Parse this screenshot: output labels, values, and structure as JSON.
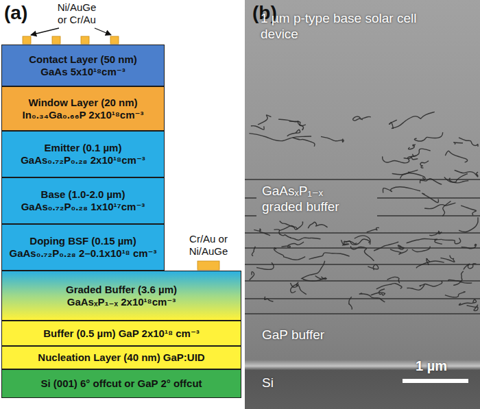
{
  "diagram": {
    "nodes": [
      {
        "text": [
          "Contact Layer (50 nm)",
          "GaAs 5x10¹⁸cm⁻³"
        ]
      },
      {
        "text": [
          "Window Layer (20 nm)",
          "In₀.₃₄Ga₀.₆₆P 2x10¹⁸cm⁻³"
        ]
      },
      {
        "text": [
          "Emitter (0.1 µm)",
          "GaAs₀.₇₂P₀.₂₈ 2x10¹⁸cm⁻³"
        ]
      },
      {
        "text": [
          "Base (1.0-2.0 µm)",
          "GaAs₀.₇₂P₀.₂₈ 1x10¹⁷cm⁻³"
        ]
      },
      {
        "text": [
          "Doping BSF (0.15 µm)",
          "GaAs₀.₇₂P₀.₂₈ 2–0.1x10¹⁸ cm⁻³"
        ]
      },
      {
        "text": [
          "Graded Buffer (3.6 µm)",
          "GaAsₓP₁₋ₓ 2x10¹⁸cm⁻³"
        ]
      },
      {
        "text": [
          "Buffer (0.5 µm) GaP 2x10¹⁸ cm⁻³"
        ]
      },
      {
        "text": [
          "Nucleation Layer (40 nm) GaP:UID"
        ]
      },
      {
        "text": [
          "Si (001) 6° offcut or GaP 2° offcut"
        ]
      }
    ],
    "labels": [
      "(a)",
      "Ni/AuGe or Cr/Au",
      "Cr/Au or Ni/AuGe",
      "(b)",
      "1 µm p-type base solar cell device",
      "GaAsₓP₁₋ₓ graded buffer",
      "GaP buffer",
      "Si",
      "1 µm"
    ]
  }
}
